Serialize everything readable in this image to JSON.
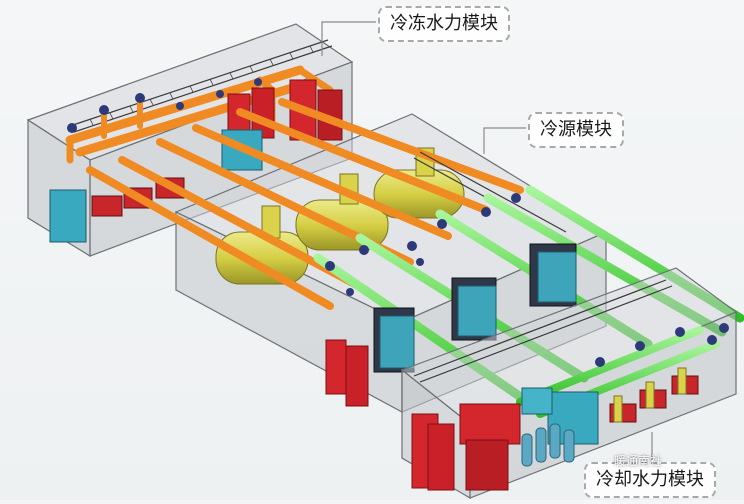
{
  "labels": {
    "freeze_water_module": "冷冻水力模块",
    "chiller_module": "冷源模块",
    "cooling_water_module": "冷却水力模块"
  },
  "watermark": "暖通南社",
  "colors": {
    "orange_pipe": "#f08a22",
    "green_pipe": "#4cdc3e",
    "tank_yellow": "#d9d24a",
    "cabinet_red": "#d3272d",
    "cabinet_cyan": "#39a9bf",
    "box_glass": "#c9cdd3"
  }
}
